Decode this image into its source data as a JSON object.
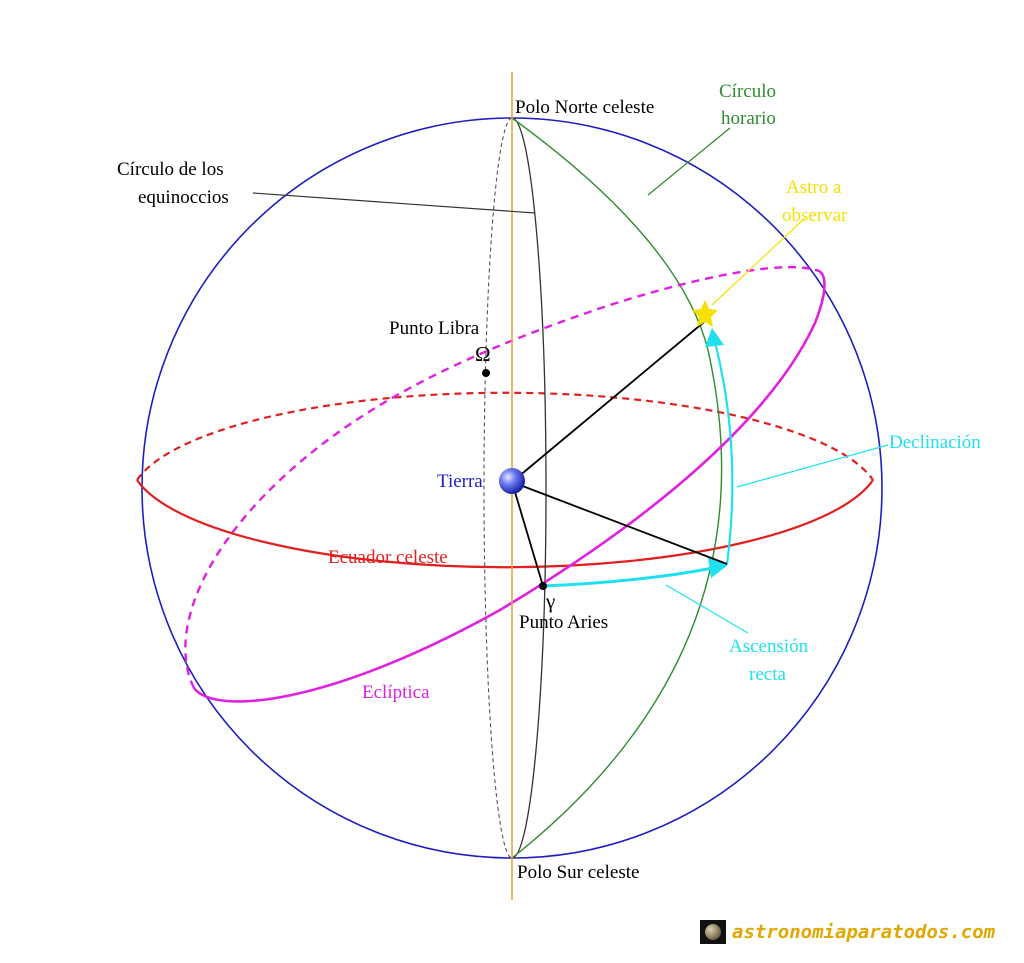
{
  "labels": {
    "north_pole": "Polo Norte celeste",
    "south_pole": "Polo Sur celeste",
    "hour_circle_1": "Círculo",
    "hour_circle_2": "horario",
    "equinox_circle_1": "Círculo de los",
    "equinox_circle_2": "equinoccios",
    "star_1": "Astro a",
    "star_2": "observar",
    "libra_point": "Punto Libra",
    "libra_symbol": "Ω",
    "earth": "Tierra",
    "declination": "Declinación",
    "celestial_equator": "Ecuador celeste",
    "gamma_symbol": "γ",
    "aries_point": "Punto Aries",
    "right_ascension_1": "Ascensión",
    "right_ascension_2": "recta",
    "ecliptic": "Eclíptica"
  },
  "watermark": {
    "text": "astronomiaparatodos.com",
    "icon": "planet-icon"
  },
  "colors": {
    "sphere": "#1f1fbf",
    "axis": "#f0a040",
    "equator": "#e02020",
    "ecliptic": "#e020e0",
    "hour_circle": "#2e8b2e",
    "equinox_circle": "#333333",
    "star": "#f5e000",
    "declination": "#20e0f0",
    "right_ascension": "#20e0f0",
    "earth": "#3b4fe0",
    "label_dark": "#000000",
    "watermark": "#e0a800"
  }
}
